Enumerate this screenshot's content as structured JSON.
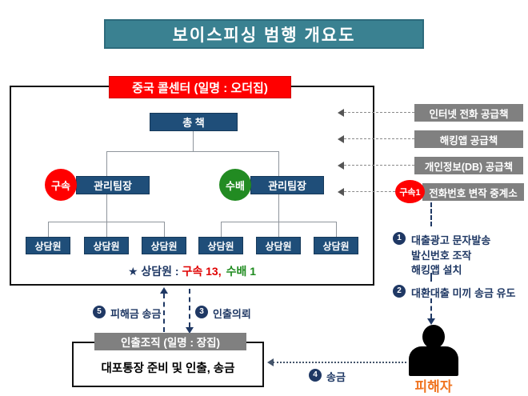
{
  "title": "보이스피싱 범행 개요도",
  "call_center": {
    "label": "중국 콜센터 (일명 : 오더집)",
    "boss": "총 책",
    "managers": [
      {
        "status": "구속",
        "label": "관리팀장"
      },
      {
        "status": "수배",
        "label": "관리팀장"
      }
    ],
    "agents": [
      "상담원",
      "상담원",
      "상담원",
      "상담원",
      "상담원",
      "상담원"
    ],
    "note": {
      "prefix": "★ 상담원 : ",
      "arrested": "구속 13,",
      "wanted": "수배 1"
    }
  },
  "suppliers": [
    {
      "label": "인터넷 전화 공급책"
    },
    {
      "label": "해킹앱 공급책"
    },
    {
      "label": "개인정보(DB) 공급책"
    },
    {
      "label": "전화번호 변작 중계소",
      "badge": "구속1"
    }
  ],
  "flow": {
    "step1": {
      "num": "1",
      "lines": [
        "대출광고 문자발송",
        "발신번호 조작",
        "해킹앱 설치"
      ]
    },
    "step2": {
      "num": "2",
      "label": "대환대출 미끼 송금 유도"
    },
    "step3": {
      "num": "3",
      "label": "인출의뢰"
    },
    "step4": {
      "num": "4",
      "label": "송금"
    },
    "step5": {
      "num": "5",
      "label": "피해금 송금"
    }
  },
  "withdrawal_org": {
    "header": "인출조직 (일명 : 장집)",
    "body": "대포통장 준비 및 인출, 송금"
  },
  "victim": {
    "label": "피해자"
  },
  "colors": {
    "title_teal": "#3a8191",
    "navy_box": "#1f4e79",
    "red": "#ff0000",
    "green": "#228b22",
    "gray_box": "#808080",
    "navy_text": "#1f3864",
    "victim_orange": "#f07522"
  }
}
